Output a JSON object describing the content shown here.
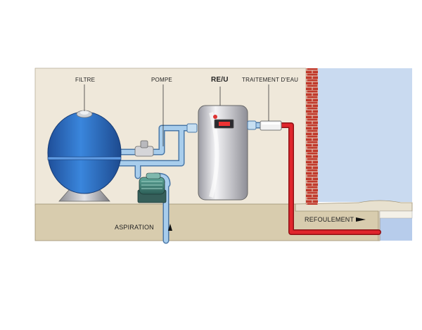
{
  "labels": {
    "filter": "FILTRE",
    "pump": "POMPE",
    "heat_pump": "RE/U",
    "water_treatment": "TRAITEMENT D'EAU",
    "suction": "ASPIRATION",
    "return": "REFOULEMENT"
  },
  "colors": {
    "background_wall": "#efe8da",
    "ground": "#d8ccae",
    "pool_water": "#c9daf0",
    "brick": "#c0392b",
    "cold_pipe": "#9cc4e4",
    "hot_pipe": "#d8232a",
    "filter_tank": "#2f6fc6",
    "heater_body": "#c9c9cf"
  }
}
